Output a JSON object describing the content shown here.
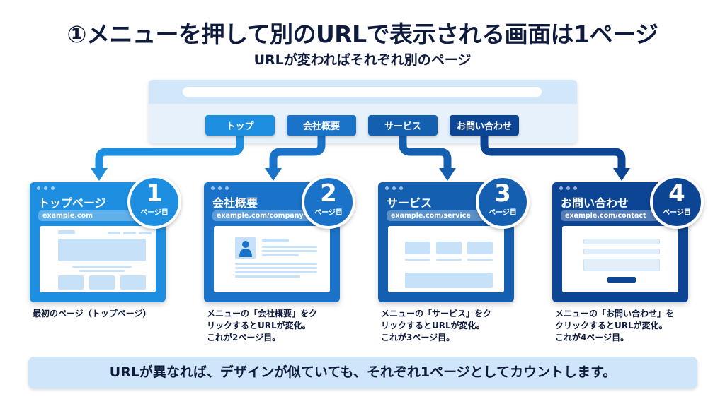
{
  "title": "①メニューを押して別のURLで表示される画面は1ページ",
  "subtitle": "URLが変わればそれぞれ別のページ",
  "menu": [
    {
      "label": "トップ",
      "color": "#1e8fe0"
    },
    {
      "label": "会社概要",
      "color": "#1a73c8"
    },
    {
      "label": "サービス",
      "color": "#145fb0"
    },
    {
      "label": "お問い合わせ",
      "color": "#0d4595"
    }
  ],
  "pages": [
    {
      "title": "トップページ",
      "url": "example.com",
      "number": "1",
      "number_label": "ページ目",
      "color": "#1e8fe0",
      "description": "最初のページ（トップページ）"
    },
    {
      "title": "会社概要",
      "url": "example.com/company",
      "number": "2",
      "number_label": "ページ目",
      "color": "#1a73c8",
      "description": "メニューの「会社概要」をク\nリックするとURLが変化。\nこれが2ページ目。"
    },
    {
      "title": "サービス",
      "url": "example.com/service",
      "number": "3",
      "number_label": "ページ目",
      "color": "#145fb0",
      "description": "メニューの「サービス」をク\nリックするとURLが変化。\nこれが3ページ目。"
    },
    {
      "title": "お問い合わせ",
      "url": "example.com/contact",
      "number": "4",
      "number_label": "ページ目",
      "color": "#0d4595",
      "description": "メニューの「お問い合わせ」を\nクリックするとURLが変化。\nこれが4ページ目。"
    }
  ],
  "banner": "URLが異なれば、デザインが似ていても、それぞれ1ページとしてカウントします。"
}
